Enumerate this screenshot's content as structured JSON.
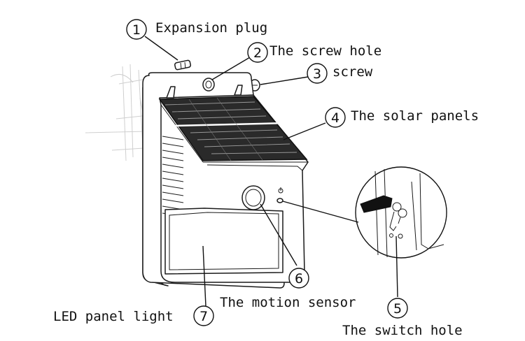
{
  "callouts": [
    {
      "number": "1",
      "label": "Expansion plug"
    },
    {
      "number": "2",
      "label": "The screw hole"
    },
    {
      "number": "3",
      "label": "screw"
    },
    {
      "number": "4",
      "label": "The solar panels"
    },
    {
      "number": "5",
      "label": "The switch hole"
    },
    {
      "number": "6",
      "label": "The motion sensor"
    },
    {
      "number": "7",
      "label": "LED panel light"
    }
  ],
  "colors": {
    "ink": "#111111",
    "background": "#ffffff",
    "ghost": "#cfcfcf"
  }
}
